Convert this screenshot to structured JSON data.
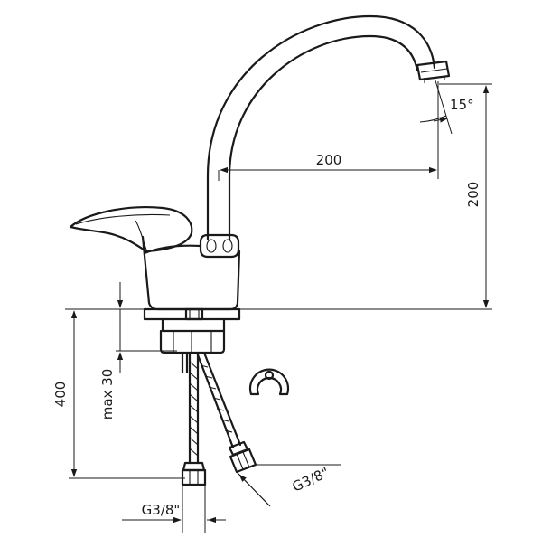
{
  "dimensions": {
    "spout_reach": "200",
    "spout_height": "200",
    "aerator_angle": "15°",
    "total_hose_length": "400",
    "max_counter_thickness": "max 30",
    "inlet_thread_left": "G3/8\"",
    "inlet_thread_right": "G3/8\""
  }
}
